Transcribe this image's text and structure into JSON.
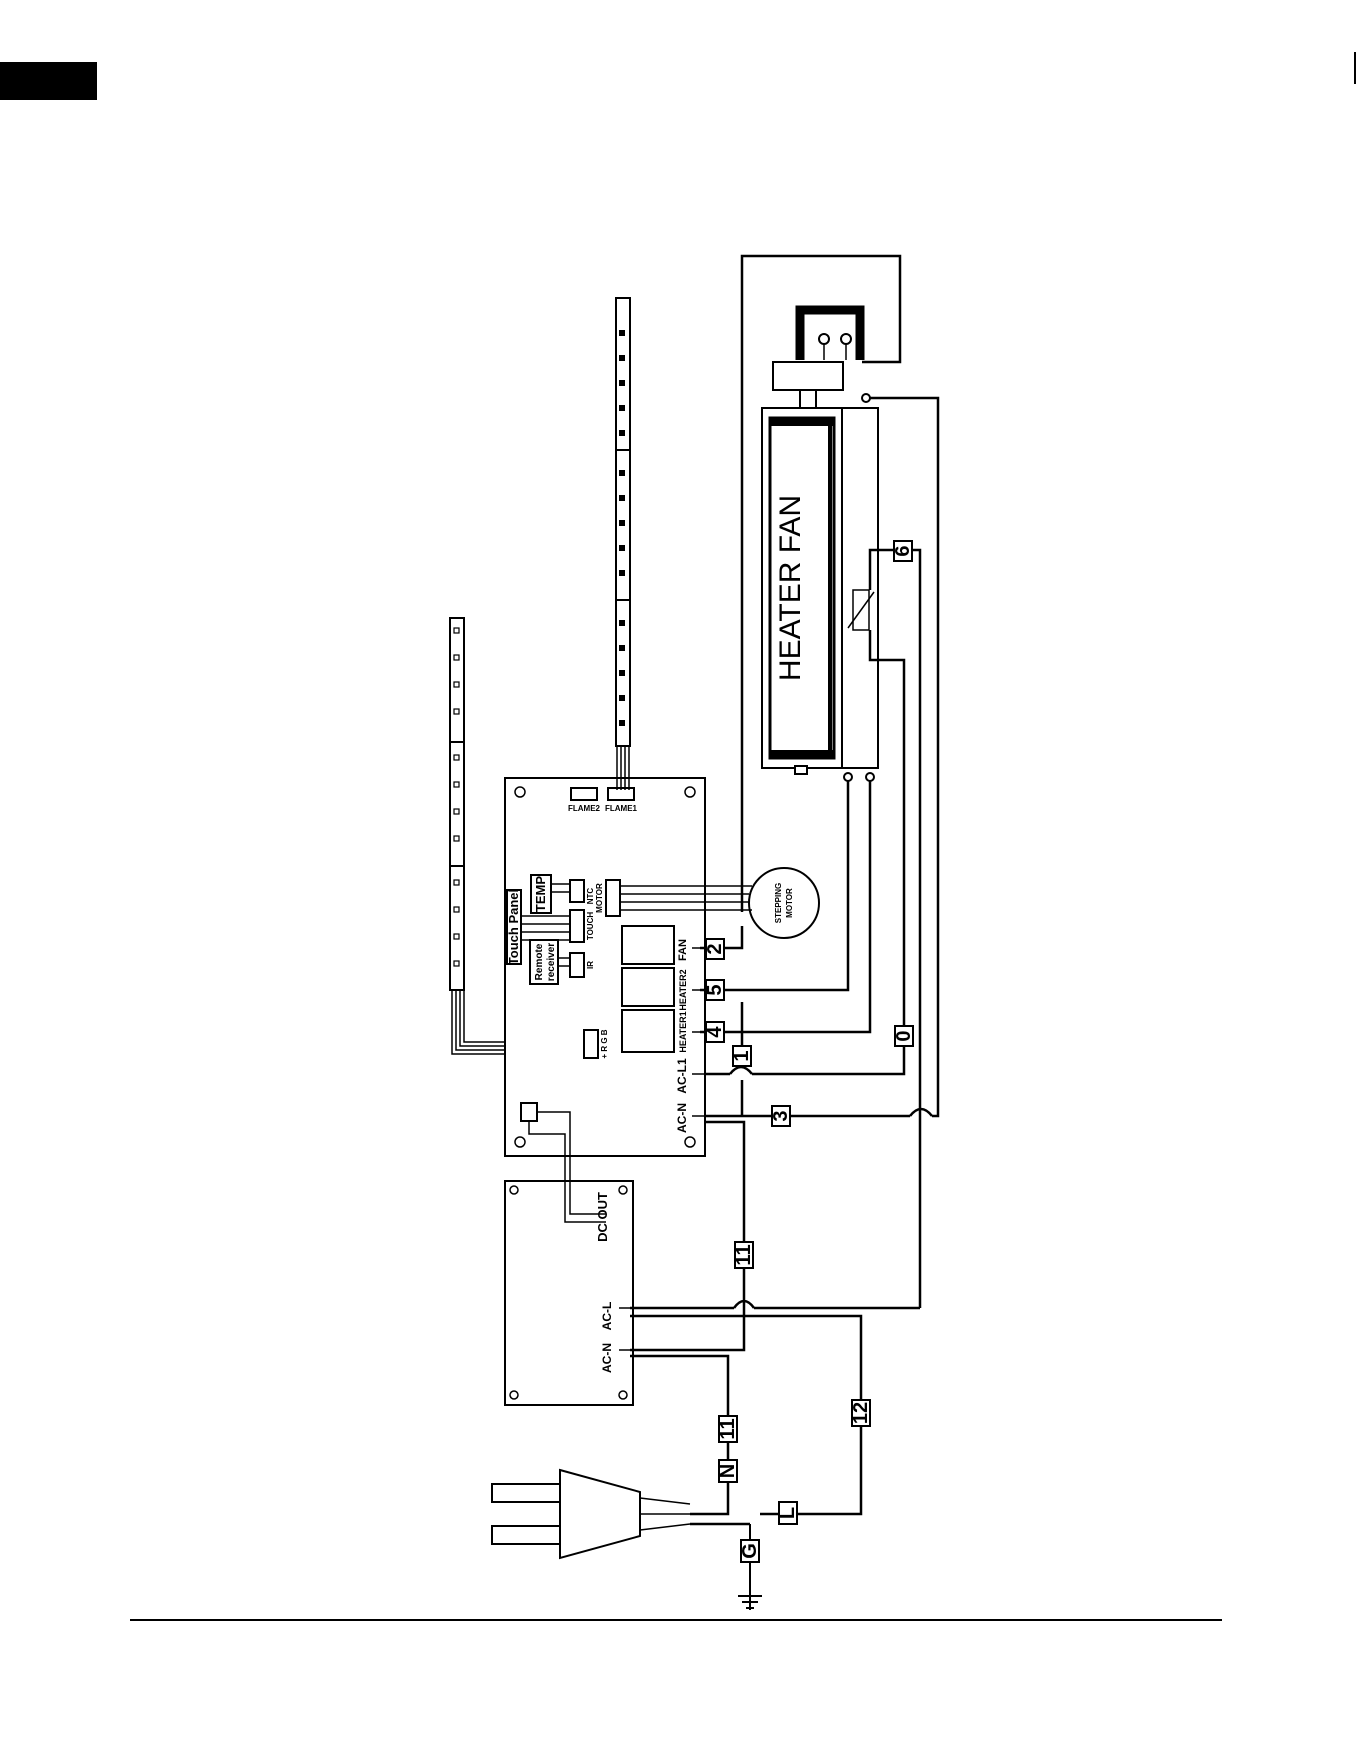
{
  "heater": {
    "title": "HEATER FAN"
  },
  "motor": {
    "line1": "STEPPING",
    "line2": "MOTOR"
  },
  "board": {
    "flame2": "FLAME2",
    "flame1": "FLAME1",
    "ntc": "NTC",
    "motor": "MOTOR",
    "touch": "TOUCH",
    "ir": "IR",
    "rgb": "+ R G B",
    "fan": "FAN",
    "heater2": "HEATER2",
    "heater1": "HEATER1",
    "acl1": "AC-L1",
    "acn": "AC-N"
  },
  "modules": {
    "touch_panel": "Touch Panel",
    "temp": "TEMP",
    "remote_line1": "Remote",
    "remote_line2": "receiver"
  },
  "psu": {
    "dc_out": "DC OUT",
    "acl": "AC-L",
    "acn": "AC-N"
  },
  "wire_tags": {
    "t2": "2",
    "t5": "5",
    "t4": "4",
    "t1": "1",
    "t0": "0",
    "t3": "3",
    "t6": "6",
    "t11a": "11",
    "t11b": "11",
    "t12": "12",
    "n": "N",
    "l": "L",
    "g": "G"
  }
}
